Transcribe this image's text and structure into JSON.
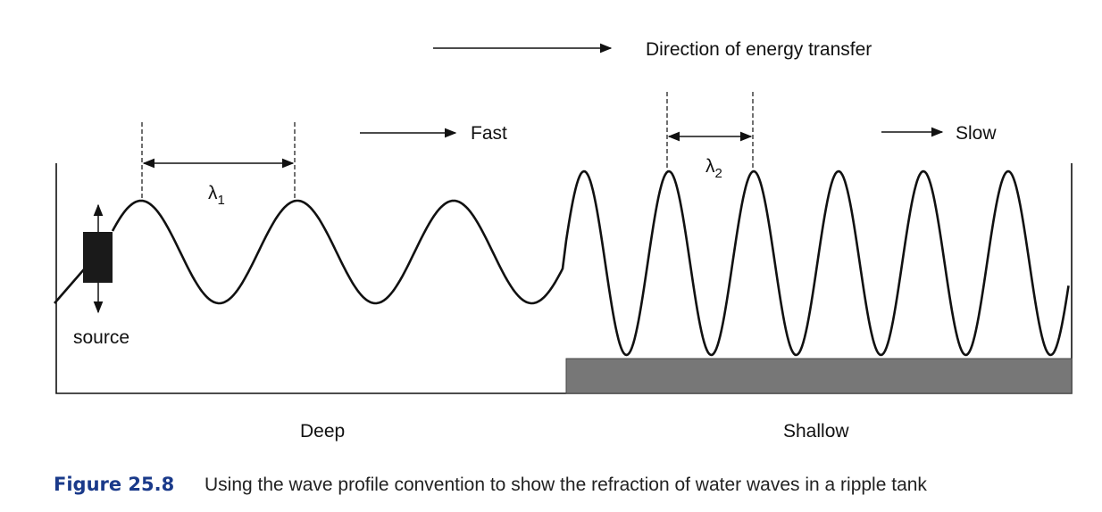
{
  "labels": {
    "direction": "Direction of energy transfer",
    "fast": "Fast",
    "slow": "Slow",
    "lambda1": "λ",
    "lambda1_sub": "1",
    "lambda2": "λ",
    "lambda2_sub": "2",
    "source": "source",
    "deep": "Deep",
    "shallow": "Shallow"
  },
  "caption": {
    "number": "Figure 25.8",
    "text": "Using the wave profile convention to show the refraction of water waves in a ripple tank"
  },
  "colors": {
    "line": "#111111",
    "shallow_block": "#777777",
    "caption_number": "#1a3a8a"
  }
}
